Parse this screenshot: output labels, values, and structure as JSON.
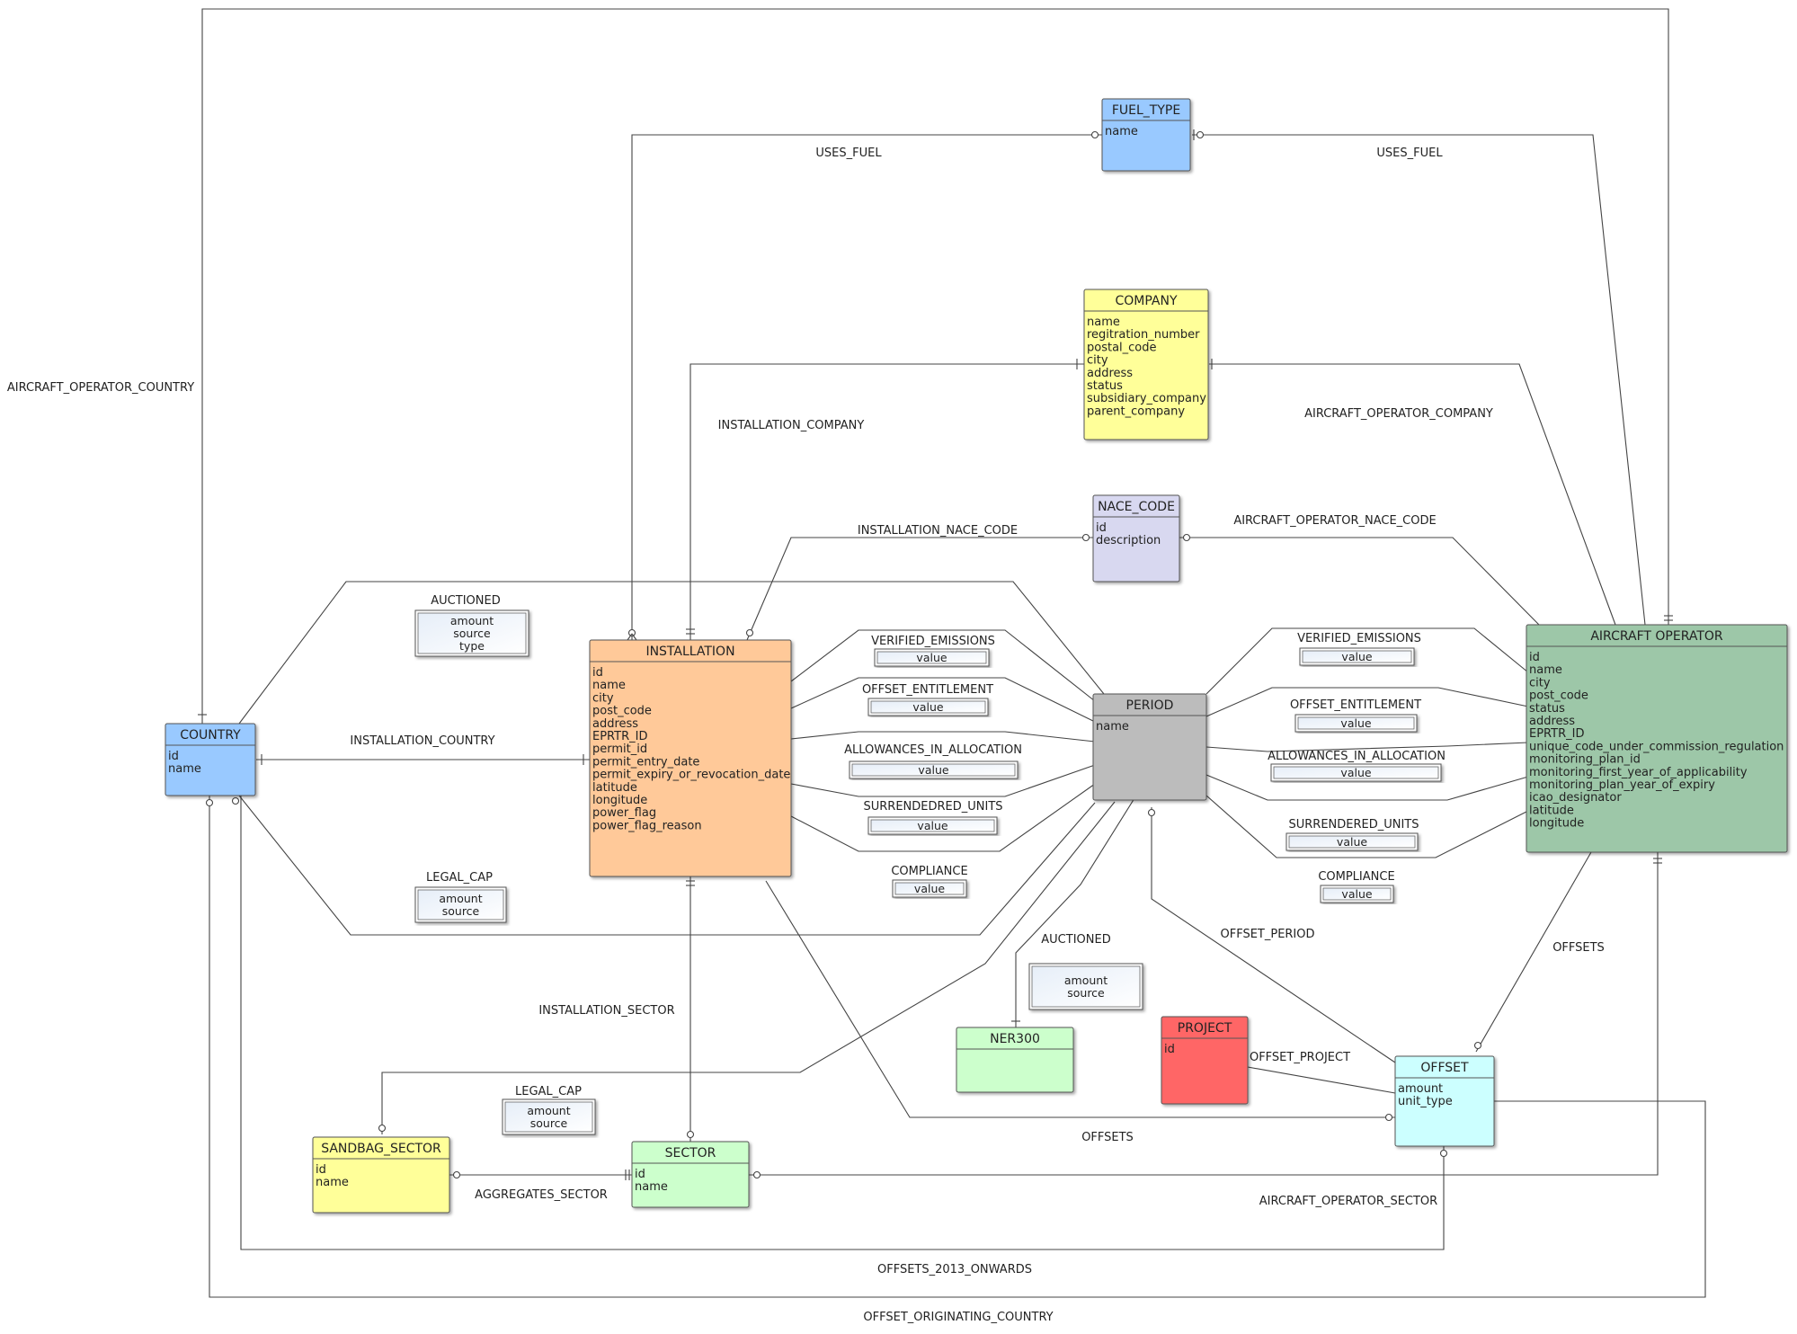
{
  "colors": {
    "blue": "#99c9ff",
    "yellow": "#ffff99",
    "orange": "#ffc999",
    "green": "#9dc7a8",
    "light_green": "#ccffcc",
    "gray": "#bcbcbc",
    "lavender": "#d8d8f0",
    "red": "#ff6666",
    "cyan": "#ccffff"
  },
  "entities": {
    "fuel_type": {
      "title": "FUEL_TYPE",
      "attrs": [
        "name"
      ]
    },
    "company": {
      "title": "COMPANY",
      "attrs": [
        "name",
        "regitration_number",
        "postal_code",
        "city",
        "address",
        "status",
        "subsidiary_company",
        "parent_company"
      ]
    },
    "nace_code": {
      "title": "NACE_CODE",
      "attrs": [
        "id",
        "description"
      ]
    },
    "installation": {
      "title": "INSTALLATION",
      "attrs": [
        "id",
        "name",
        "city",
        "post_code",
        "address",
        "EPRTR_ID",
        "permit_id",
        "permit_entry_date",
        "permit_expiry_or_revocation_date",
        "latitude",
        "longitude",
        "power_flag",
        "power_flag_reason"
      ]
    },
    "period": {
      "title": "PERIOD",
      "attrs": [
        "name"
      ]
    },
    "aircraft_operator": {
      "title": "AIRCRAFT OPERATOR",
      "attrs": [
        "id",
        "name",
        "city",
        "post_code",
        "status",
        "address",
        "EPRTR_ID",
        "unique_code_under_commission_regulation",
        "monitoring_plan_id",
        "monitoring_first_year_of_applicability",
        "monitoring_plan_year_of_expiry",
        "icao_designator",
        "latitude",
        "longitude"
      ]
    },
    "country": {
      "title": "COUNTRY",
      "attrs": [
        "id",
        "name"
      ]
    },
    "ner300": {
      "title": "NER300",
      "attrs": []
    },
    "project": {
      "title": "PROJECT",
      "attrs": [
        "id"
      ]
    },
    "offset": {
      "title": "OFFSET",
      "attrs": [
        "amount",
        "unit_type"
      ]
    },
    "sandbag_sector": {
      "title": "SANDBAG_SECTOR",
      "attrs": [
        "id",
        "name"
      ]
    },
    "sector": {
      "title": "SECTOR",
      "attrs": [
        "id",
        "name"
      ]
    }
  },
  "relationships": {
    "uses_fuel_left": "USES_FUEL",
    "uses_fuel_right": "USES_FUEL",
    "aircraft_operator_country": "AIRCRAFT_OPERATOR_COUNTRY",
    "installation_company": "INSTALLATION_COMPANY",
    "aircraft_operator_company": "AIRCRAFT_OPERATOR_COMPANY",
    "installation_nace_code": "INSTALLATION_NACE_CODE",
    "aircraft_operator_nace_code": "AIRCRAFT_OPERATOR_NACE_CODE",
    "auctioned_left": "AUCTIONED",
    "installation_country": "INSTALLATION_COUNTRY",
    "legal_cap_left": "LEGAL_CAP",
    "verified_emissions_left": "VERIFIED_EMISSIONS",
    "offset_entitlement_left": "OFFSET_ENTITLEMENT",
    "allowances_in_allocation_left": "ALLOWANCES_IN_ALLOCATION",
    "surrendered_units_left": "SURRENDEDRED_UNITS",
    "compliance_left": "COMPLIANCE",
    "verified_emissions_right": "VERIFIED_EMISSIONS",
    "offset_entitlement_right": "OFFSET_ENTITLEMENT",
    "allowances_in_allocation_right": "ALLOWANCES_IN_ALLOCATION",
    "surrendered_units_right": "SURRENDERED_UNITS",
    "compliance_right": "COMPLIANCE",
    "auctioned_mid": "AUCTIONED",
    "offset_period": "OFFSET_PERIOD",
    "offsets_right": "OFFSETS",
    "installation_sector": "INSTALLATION_SECTOR",
    "legal_cap_bottom": "LEGAL_CAP",
    "offset_project": "OFFSET_PROJECT",
    "offsets_bottom": "OFFSETS",
    "aggregates_sector": "AGGREGATES_SECTOR",
    "aircraft_operator_sector": "AIRCRAFT_OPERATOR_SECTOR",
    "offsets_2013_onwards": "OFFSETS_2013_ONWARDS",
    "offset_originating_country": "OFFSET_ORIGINATING_COUNTRY"
  },
  "attribute_boxes": {
    "auctioned_left": [
      "amount",
      "source",
      "type"
    ],
    "legal_cap_left": [
      "amount",
      "source"
    ],
    "verified_emissions_left": [
      "value"
    ],
    "offset_entitlement_left": [
      "value"
    ],
    "allowances_in_allocation_left": [
      "value"
    ],
    "surrendered_units_left": [
      "value"
    ],
    "compliance_left": [
      "value"
    ],
    "verified_emissions_right": [
      "value"
    ],
    "offset_entitlement_right": [
      "value"
    ],
    "allowances_in_allocation_right": [
      "value"
    ],
    "surrendered_units_right": [
      "value"
    ],
    "compliance_right": [
      "value"
    ],
    "auctioned_mid": [
      "amount",
      "source"
    ],
    "legal_cap_bottom": [
      "amount",
      "source"
    ]
  }
}
